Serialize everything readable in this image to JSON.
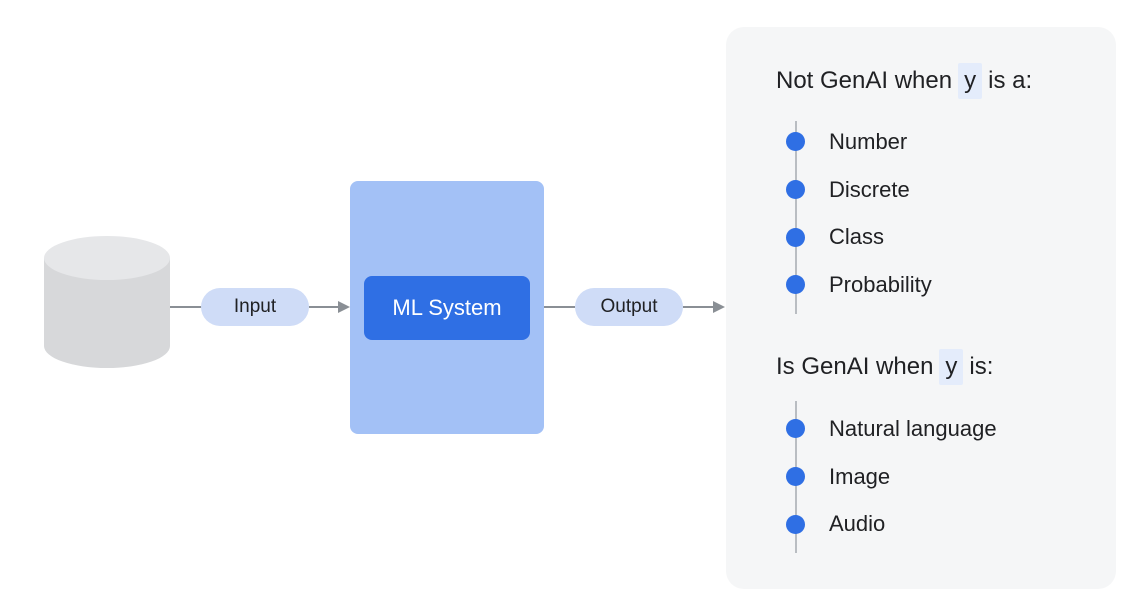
{
  "diagram": {
    "input_label": "Input",
    "ml_system_label": "ML System",
    "output_label": "Output"
  },
  "panel": {
    "not_genai": {
      "prefix": "Not GenAI when",
      "variable": "y",
      "suffix": "is a:",
      "items": [
        "Number",
        "Discrete",
        "Class",
        "Probability"
      ]
    },
    "is_genai": {
      "prefix": "Is GenAI when",
      "variable": "y",
      "suffix": "is:",
      "items": [
        "Natural language",
        "Image",
        "Audio"
      ]
    }
  },
  "colors": {
    "pill": "#cfdcf7",
    "ml_outer": "#a3c1f6",
    "ml_inner": "#2f6fe4",
    "bullet": "#2f6fe4",
    "panel_bg": "#f5f6f7",
    "database": "#d9dadc"
  },
  "icons": {
    "database": "database-cylinder-icon"
  }
}
